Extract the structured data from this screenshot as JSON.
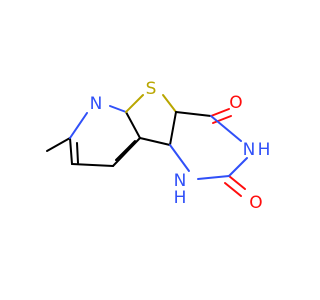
{
  "molecule": {
    "atoms": [
      {
        "id": "S",
        "label": "S",
        "color": "#b9a600"
      },
      {
        "id": "N_py",
        "label": "N",
        "color": "#3050f8"
      },
      {
        "id": "N_amide_top",
        "label": "N",
        "color": "#3050f8"
      },
      {
        "id": "H_amide_top",
        "label": "H",
        "color": "#3050f8"
      },
      {
        "id": "N_amide_bottom",
        "label": "N",
        "color": "#3050f8"
      },
      {
        "id": "H_amide_bottom",
        "label": "H",
        "color": "#3050f8"
      },
      {
        "id": "O_top",
        "label": "O",
        "color": "#ff0d0d"
      },
      {
        "id": "O_bottom",
        "label": "O",
        "color": "#ff0d0d"
      }
    ]
  }
}
